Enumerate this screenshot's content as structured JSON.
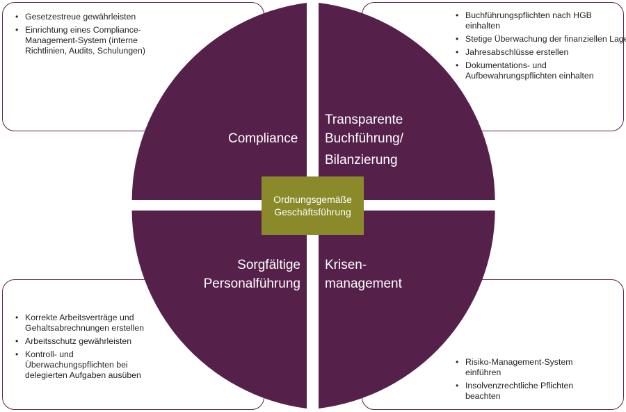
{
  "colors": {
    "quadrant": "#55214a",
    "center": "#8a8a2a",
    "border": "#5a2147"
  },
  "center_label": "Ordnungsgemäße Geschäftsführung",
  "quadrants": {
    "compliance": {
      "label": "Compliance"
    },
    "buchfuehrung": {
      "line1": "Transparente",
      "line2": "Buchführung/",
      "line3": "Bilanzierung"
    },
    "personal": {
      "line1": "Sorgfältige",
      "line2": "Personalführung"
    },
    "krisen": {
      "line1": "Krisen-",
      "line2": "management"
    }
  },
  "boxes": {
    "top_left": {
      "items": [
        "Gesetzestreue gewährleisten",
        "Einrichtung eines Compliance-Management-System (interne Richtlinien, Audits, Schulungen)"
      ]
    },
    "top_right": {
      "items": [
        "Buchführungspflichten nach HGB einhalten",
        "Stetige Überwachung der finanziellen Lage",
        "Jahresabschlüsse erstellen",
        "Dokumentations- und Aufbewahrungspflichten einhalten"
      ]
    },
    "bottom_left": {
      "items": [
        "Korrekte Arbeitsverträge und Gehaltsabrechnungen erstellen",
        "Arbeitsschutz gewährleisten",
        "Kontroll- und Überwachungspflichten bei delegierten Aufgaben ausüben"
      ]
    },
    "bottom_right": {
      "items": [
        "Risiko-Management-System einführen",
        "Insolvenzrechtliche Pflichten beachten"
      ]
    }
  }
}
